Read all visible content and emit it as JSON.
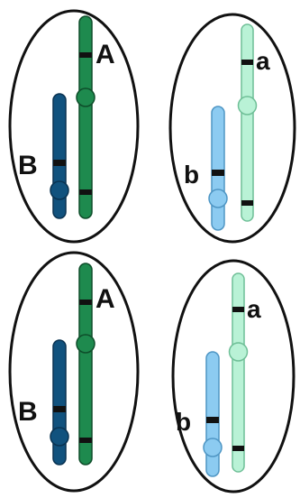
{
  "labels": {
    "A": "A",
    "B": "B",
    "a": "a",
    "b": "b"
  },
  "cells": [
    {
      "id": "cell-top-left",
      "long_label": "A",
      "short_label": "B"
    },
    {
      "id": "cell-top-right",
      "long_label": "a",
      "short_label": "b"
    },
    {
      "id": "cell-bottom-left",
      "long_label": "A",
      "short_label": "B"
    },
    {
      "id": "cell-bottom-right",
      "long_label": "a",
      "short_label": "b"
    }
  ],
  "colors": {
    "outline": "#111111",
    "dark_green": "#1e8a4e",
    "dark_blue": "#11527e",
    "light_green": "#b9f2d6",
    "light_blue": "#8ccbf1",
    "band": "#111111",
    "background": "#ffffff"
  }
}
